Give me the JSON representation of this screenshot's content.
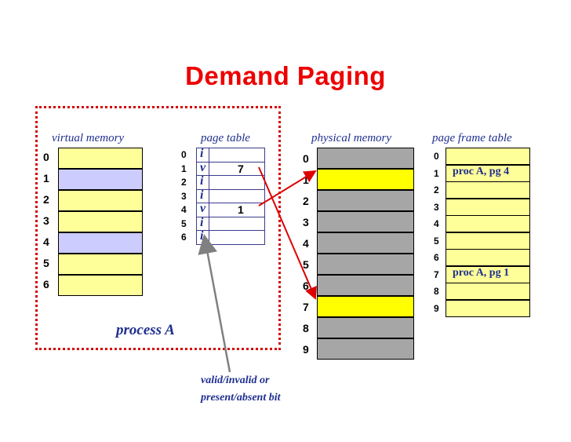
{
  "title": "Demand Paging",
  "headers": {
    "virtual_memory": "virtual memory",
    "page_table": "page table",
    "physical_memory": "physical memory",
    "page_frame_table": "page frame table"
  },
  "virtual_memory": {
    "pages": [
      {
        "label": "0",
        "color": "#ffff99"
      },
      {
        "label": "1",
        "color": "#ccccff"
      },
      {
        "label": "2",
        "color": "#ffff99"
      },
      {
        "label": "3",
        "color": "#ffff99"
      },
      {
        "label": "4",
        "color": "#ccccff"
      },
      {
        "label": "5",
        "color": "#ffff99"
      },
      {
        "label": "6",
        "color": "#ffff99"
      }
    ]
  },
  "page_table": {
    "entries": [
      {
        "index": "0",
        "bit": "i",
        "frame": ""
      },
      {
        "index": "1",
        "bit": "v",
        "frame": "7"
      },
      {
        "index": "2",
        "bit": "i",
        "frame": ""
      },
      {
        "index": "3",
        "bit": "i",
        "frame": ""
      },
      {
        "index": "4",
        "bit": "v",
        "frame": "1"
      },
      {
        "index": "5",
        "bit": "i",
        "frame": ""
      },
      {
        "index": "6",
        "bit": "i",
        "frame": ""
      }
    ]
  },
  "physical_memory": {
    "frames": [
      {
        "label": "0",
        "color": "#a6a6a6"
      },
      {
        "label": "1",
        "color": "#ffff00"
      },
      {
        "label": "2",
        "color": "#a6a6a6"
      },
      {
        "label": "3",
        "color": "#a6a6a6"
      },
      {
        "label": "4",
        "color": "#a6a6a6"
      },
      {
        "label": "5",
        "color": "#a6a6a6"
      },
      {
        "label": "6",
        "color": "#a6a6a6"
      },
      {
        "label": "7",
        "color": "#ffff00"
      },
      {
        "label": "8",
        "color": "#a6a6a6"
      },
      {
        "label": "9",
        "color": "#a6a6a6"
      }
    ]
  },
  "page_frame_table": {
    "rows": [
      {
        "label": "0",
        "text": ""
      },
      {
        "label": "1",
        "text": "proc A, pg 4"
      },
      {
        "label": "2",
        "text": ""
      },
      {
        "label": "3",
        "text": ""
      },
      {
        "label": "4",
        "text": ""
      },
      {
        "label": "5",
        "text": ""
      },
      {
        "label": "6",
        "text": ""
      },
      {
        "label": "7",
        "text": "proc A, pg 1"
      },
      {
        "label": "8",
        "text": ""
      },
      {
        "label": "9",
        "text": ""
      }
    ],
    "row_color": "#ffff99"
  },
  "process_label": "process A",
  "bit_note": {
    "line1": "valid/invalid or",
    "line2": "present/absent bit"
  },
  "colors": {
    "title": "#ee0000",
    "dotted_border": "#d40000",
    "arrow_red": "#dd0000",
    "arrow_gray": "#808080",
    "label_blue": "#1f2f8f"
  }
}
